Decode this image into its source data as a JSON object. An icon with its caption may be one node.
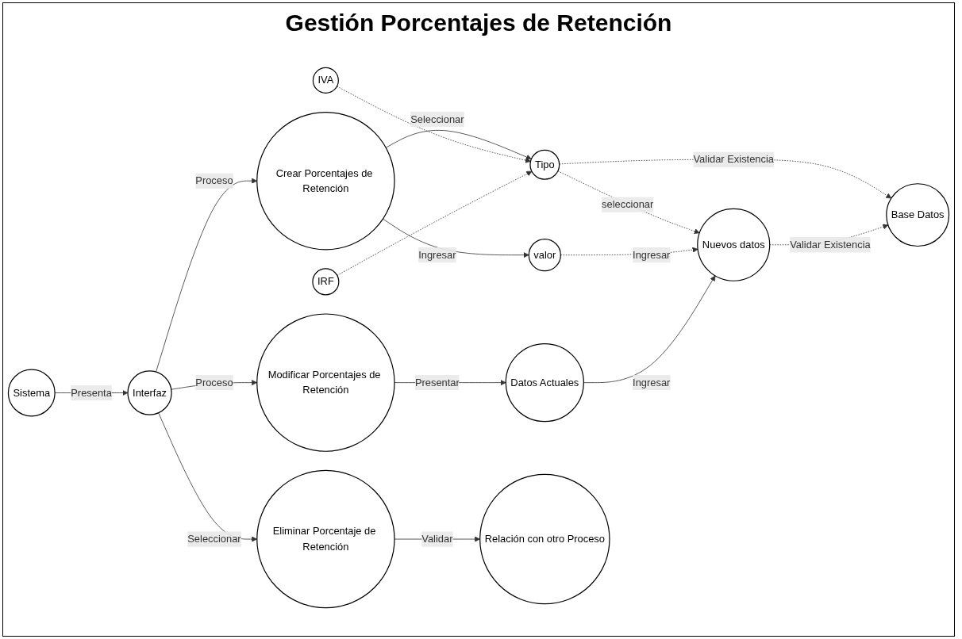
{
  "diagram": {
    "title": "Gestión Porcentajes de Retención",
    "nodes": [
      {
        "text": [
          "Sistema"
        ]
      },
      {
        "text": [
          "Interfaz"
        ]
      },
      {
        "text": [
          "Crear Porcentajes de Retención"
        ]
      },
      {
        "text": [
          "Tipo"
        ]
      },
      {
        "text": [
          "IVA"
        ]
      },
      {
        "text": [
          "IRF"
        ]
      },
      {
        "text": [
          "valor"
        ]
      },
      {
        "text": [
          "Modificar Porcentajes de Retención"
        ]
      },
      {
        "text": [
          "Nuevos datos"
        ]
      },
      {
        "text": [
          "Base Datos"
        ]
      },
      {
        "text": [
          "Datos Actuales"
        ]
      },
      {
        "text": [
          "Eliminar Porcentaje de Retención"
        ]
      },
      {
        "text": [
          "Relación con otro Proceso"
        ]
      }
    ],
    "edges": [
      {
        "from": 0,
        "to": 1,
        "arrow": "to",
        "label": "Presenta"
      },
      {
        "from": 1,
        "to": 2,
        "arrow": "to",
        "label": "Proceso"
      },
      {
        "from": 1,
        "to": 7,
        "arrow": "to",
        "label": "Proceso"
      },
      {
        "from": 1,
        "to": 11,
        "arrow": "to",
        "label": "Seleccionar"
      },
      {
        "from": 2,
        "to": 3,
        "arrow": "to",
        "label": "Seleccionar"
      },
      {
        "from": 2,
        "to": 6,
        "arrow": "to",
        "label": "Ingresar"
      },
      {
        "from": 4,
        "to": 3,
        "arrow": "to",
        "style": "dashed"
      },
      {
        "from": 5,
        "to": 3,
        "arrow": "to",
        "style": "dashed"
      },
      {
        "from": 3,
        "to": 8,
        "arrow": "to",
        "label": "seleccionar",
        "style": "dashed"
      },
      {
        "from": 3,
        "to": 9,
        "arrow": "to",
        "label": "Validar Existencia",
        "style": "dashed"
      },
      {
        "from": 6,
        "to": 8,
        "arrow": "to",
        "label": "Ingresar",
        "style": "dashed"
      },
      {
        "from": 7,
        "to": 10,
        "arrow": "to",
        "label": "Presentar"
      },
      {
        "from": 10,
        "to": 8,
        "arrow": "to",
        "label": "Ingresar"
      },
      {
        "from": 8,
        "to": 9,
        "arrow": "to",
        "label": "Validar Existencia",
        "style": "dashed"
      },
      {
        "from": 11,
        "to": 12,
        "arrow": "to",
        "label": "Validar"
      }
    ]
  }
}
